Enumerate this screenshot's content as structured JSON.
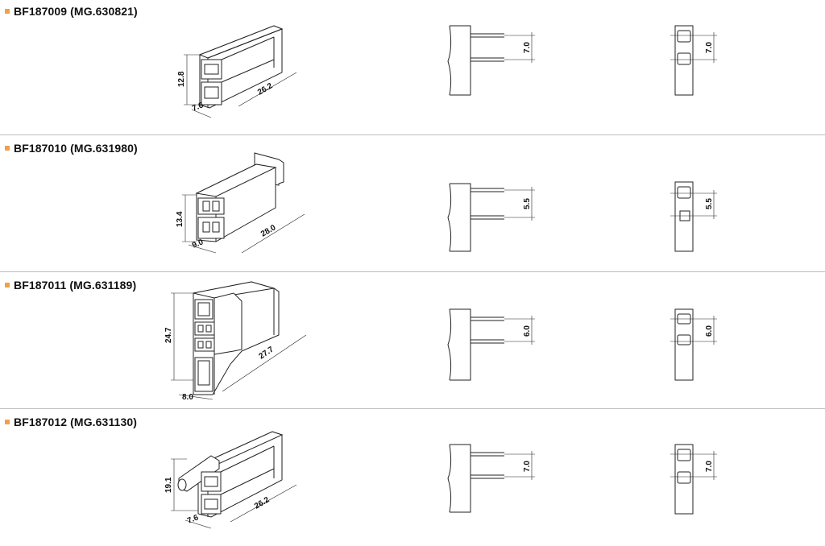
{
  "rows": [
    {
      "title": "BF187009 (MG.630821)",
      "height": "12.8",
      "width": "7.6",
      "length": "26.2",
      "pitch_side": "7.0",
      "pitch_front": "7.0"
    },
    {
      "title": "BF187010 (MG.631980)",
      "height": "13.4",
      "width": "9.0",
      "length": "28.0",
      "pitch_side": "5.5",
      "pitch_front": "5.5"
    },
    {
      "title": "BF187011 (MG.631189)",
      "height": "24.7",
      "width": "8.0",
      "length": "27.7",
      "pitch_side": "6.0",
      "pitch_front": "6.0"
    },
    {
      "title": "BF187012 (MG.631130)",
      "height": "19.1",
      "width": "7.6",
      "length": "26.2",
      "pitch_side": "7.0",
      "pitch_front": "7.0"
    }
  ],
  "colors": {
    "bullet": "#f0a04b",
    "divider": "#bdbdbd",
    "line": "#222222"
  }
}
